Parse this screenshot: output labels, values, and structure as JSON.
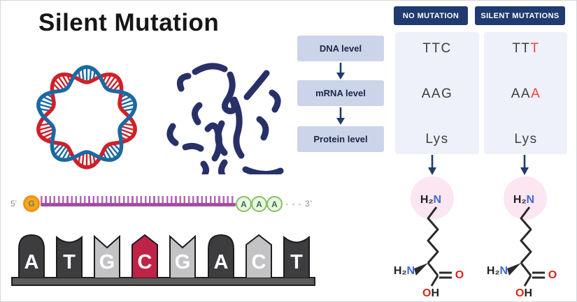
{
  "title": "Silent Mutation",
  "flow": {
    "steps": [
      {
        "label": "DNA level"
      },
      {
        "label": "mRNA level"
      },
      {
        "label": "Protein level"
      }
    ]
  },
  "columns": [
    {
      "header": "NO MUTATION",
      "rows": {
        "dna": {
          "normal": "TTC",
          "mutant": ""
        },
        "mrna": {
          "normal": "AAG",
          "mutant": ""
        },
        "protein": {
          "normal": "Lys",
          "mutant": ""
        }
      }
    },
    {
      "header": "SILENT MUTATIONS",
      "rows": {
        "dna": {
          "normal": "TT",
          "mutant": "T"
        },
        "mrna": {
          "normal": "AA",
          "mutant": "A"
        },
        "protein": {
          "normal": "Lys",
          "mutant": ""
        }
      }
    }
  ],
  "sequence": {
    "five_prime": "5'",
    "start_base": "G",
    "end_bases": [
      "A",
      "A",
      "A"
    ],
    "three_prime": "- - - 3'"
  },
  "bases": [
    {
      "letter": "A",
      "shape": "dome",
      "tone": "dark"
    },
    {
      "letter": "T",
      "shape": "concave",
      "tone": "dark"
    },
    {
      "letter": "G",
      "shape": "notch",
      "tone": "light"
    },
    {
      "letter": "C",
      "shape": "peak",
      "tone": "red"
    },
    {
      "letter": "G",
      "shape": "notch",
      "tone": "light"
    },
    {
      "letter": "A",
      "shape": "dome",
      "tone": "dark"
    },
    {
      "letter": "C",
      "shape": "peak",
      "tone": "light"
    },
    {
      "letter": "T",
      "shape": "concave",
      "tone": "dark"
    }
  ],
  "molecule": {
    "name": "lysine",
    "amine_h": "H₂",
    "amine_n": "N",
    "oxygen": "O",
    "hydroxyl_o": "O",
    "hydroxyl_h": "H"
  },
  "colors": {
    "accent_navy": "#1f3a6d",
    "header_navy": "#1f3b6f",
    "mutation_red": "#ed4337",
    "codon_gray": "#3f3f3f",
    "flow_box_fill": "#ccd4e9",
    "column_fill": "#eef1f9",
    "plasmid_red": "#cf2028",
    "plasmid_blue": "#1a69a2",
    "chromosome_navy": "#273168",
    "strand_purple": "#a14f9f",
    "tick_purple": "#b468ba",
    "start_circle_orange": "#f7a81b",
    "end_circle_green": "#85bf6b",
    "amine_blue": "#3f6bd6",
    "oxygen_red": "#dd2418",
    "highlight_pink": "#fbe6f1",
    "base_dark": "#3d3d40",
    "base_light": "#c3c3c5",
    "base_red": "#bf2347"
  }
}
